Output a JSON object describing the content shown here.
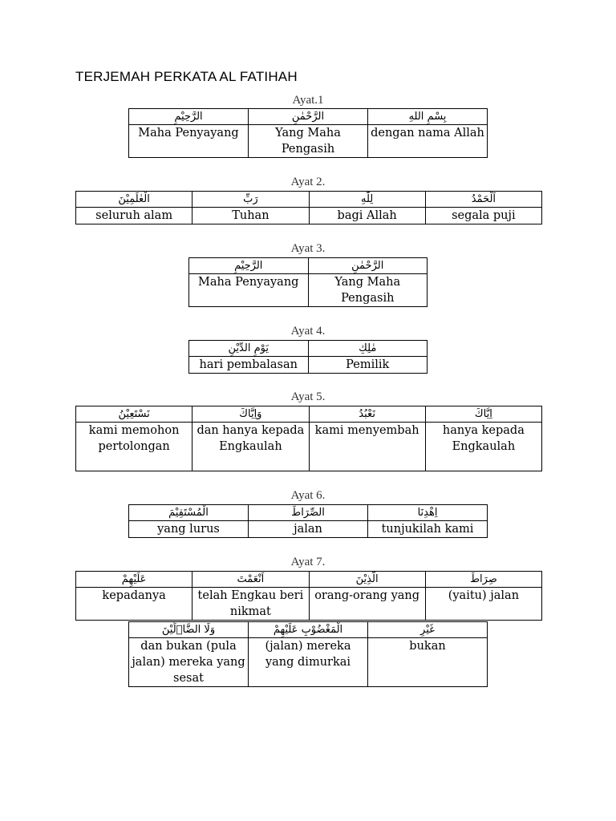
{
  "title": "TERJEMAH PERKATA AL FATIHAH",
  "ayat": [
    {
      "label": "Ayat.1",
      "arabic": [
        "الرَّحِيْمِ",
        "الرَّحْمٰنِ",
        "بِسْمِ اللهِ"
      ],
      "meaning": [
        "Maha Penyayang",
        "Yang Maha Pengasih",
        "dengan nama Allah"
      ]
    },
    {
      "label": "Ayat 2.",
      "arabic": [
        "الْعٰلَمِيْنَ",
        "رَبِّ",
        "لِلّٰهِ",
        "اَلْحَمْدُ"
      ],
      "meaning": [
        "seluruh alam",
        "Tuhan",
        "bagi Allah",
        "segala puji"
      ]
    },
    {
      "label": "Ayat 3.",
      "arabic": [
        "الرَّحِيْمِ",
        "الرَّحْمٰنِ"
      ],
      "meaning": [
        "Maha Penyayang",
        "Yang Maha Pengasih"
      ]
    },
    {
      "label": "Ayat 4.",
      "arabic": [
        "يَوْمِ الدِّيْنِ",
        "مٰلِكِ"
      ],
      "meaning": [
        "hari pembalasan",
        "Pemilik"
      ]
    },
    {
      "label": "Ayat 5.",
      "arabic": [
        "نَسْتَعِيْنُ",
        "وَاِيَّاكَ",
        "نَعْبُدُ",
        "اِيَّاكَ"
      ],
      "meaning": [
        "kami memohon pertolongan",
        "dan hanya kepada Engkaulah",
        "kami menyembah",
        "hanya kepada Engkaulah"
      ]
    },
    {
      "label": "Ayat 6.",
      "arabic": [
        "الْمُسْتَقِيْمَ",
        "الصِّرَاطَ",
        "اِهْدِنَا"
      ],
      "meaning": [
        "yang lurus",
        "jalan",
        "tunjukilah kami"
      ]
    },
    {
      "label": "Ayat 7.",
      "arabic": [
        "عَلَيْهِمْ",
        "اَنْعَمْتَ",
        "الَّذِيْنَ",
        "صِرَاطَ"
      ],
      "meaning": [
        "kepadanya",
        "telah Engkau beri nikmat",
        "orang-orang yang",
        "(yaitu) jalan"
      ]
    },
    {
      "label": "",
      "arabic": [
        "وَلَا الضَّاۤلِّيْنَ",
        "الْمَغْضُوْبِ عَلَيْهِمْ",
        "غَيْرِ"
      ],
      "meaning": [
        "dan bukan (pula jalan) mereka yang sesat",
        "(jalan) mereka yang dimurkai",
        "bukan"
      ]
    }
  ]
}
